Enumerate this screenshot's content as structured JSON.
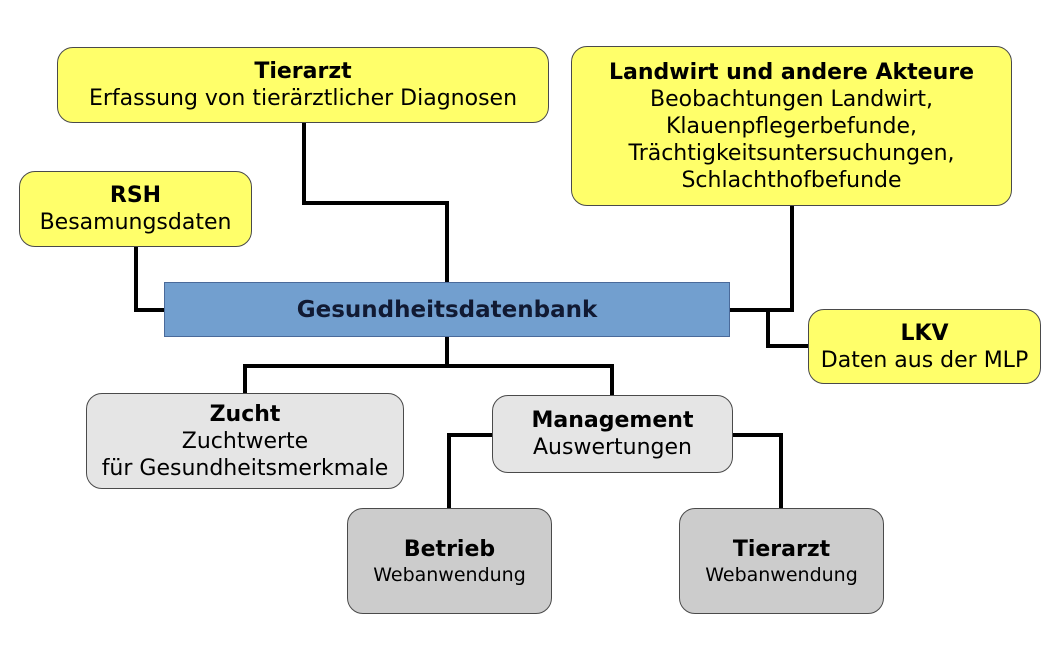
{
  "central": {
    "label": "Gesundheitsdatenbank"
  },
  "tierarzt_top": {
    "title": "Tierarzt",
    "text": "Erfassung von tierärztlicher Diagnosen"
  },
  "landwirt": {
    "title": "Landwirt und andere Akteure",
    "lines": [
      "Beobachtungen Landwirt,",
      "Klauenpflegerbefunde,",
      "Trächtigkeitsuntersuchungen,",
      "Schlachthofbefunde"
    ]
  },
  "rsh": {
    "title": "RSH",
    "text": "Besamungsdaten"
  },
  "lkv": {
    "title": "LKV",
    "text": "Daten aus der MLP"
  },
  "zucht": {
    "title": "Zucht",
    "lines": [
      "Zuchtwerte",
      "für Gesundheitsmerkmale"
    ]
  },
  "management": {
    "title": "Management",
    "text": "Auswertungen"
  },
  "betrieb": {
    "title": "Betrieb",
    "text": "Webanwendung"
  },
  "tierarzt_web": {
    "title": "Tierarzt",
    "text": "Webanwendung"
  },
  "colors": {
    "source_fill": "#ffff6a",
    "central_fill": "#729fcf",
    "output_fill": "#e5e5e5",
    "app_fill": "#cccccc",
    "connector": "#000000"
  }
}
